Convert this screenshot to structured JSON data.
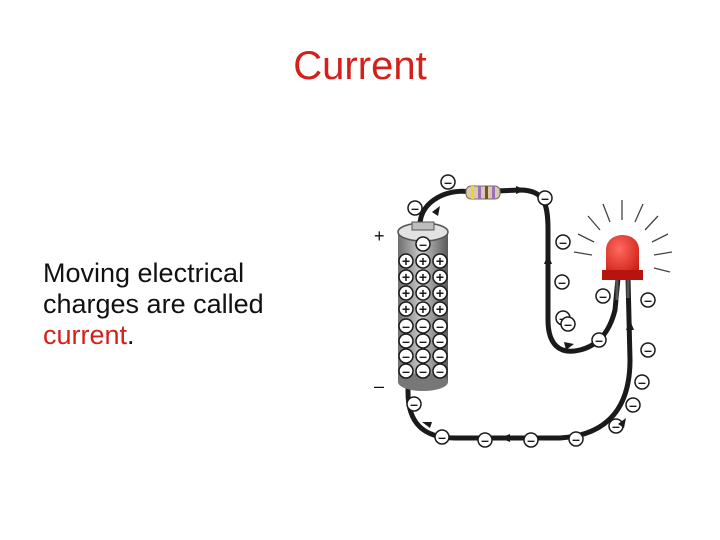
{
  "slide": {
    "title": "Current",
    "text_line1": "Moving electrical",
    "text_line2": "charges are called",
    "text_highlight": "current",
    "text_end": "."
  },
  "diagram": {
    "positive_terminal": "+",
    "negative_terminal": "–",
    "charge_negative": "–",
    "charge_positive": "+"
  },
  "colors": {
    "title": "#d4201c",
    "highlight": "#d4201c",
    "led": "#e0241f",
    "wire": "#1a1a1a",
    "battery": "#8a8a8a"
  }
}
